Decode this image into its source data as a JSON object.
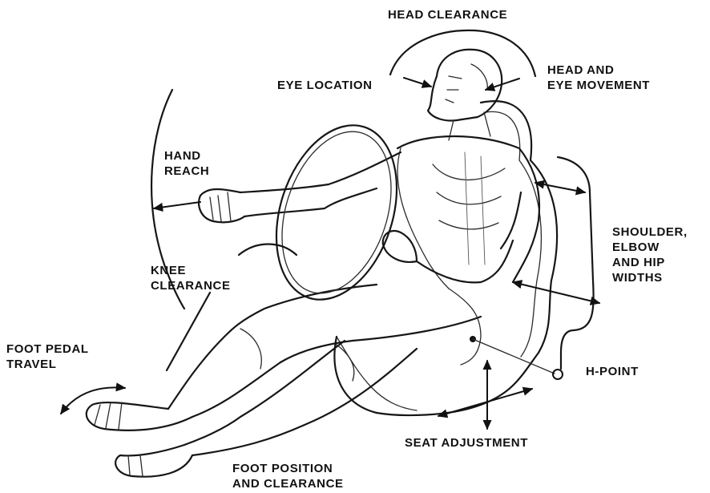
{
  "labels": {
    "head_clearance": [
      "HEAD CLEARANCE"
    ],
    "head_eye_movement": [
      "HEAD AND",
      "EYE MOVEMENT"
    ],
    "eye_location": [
      "EYE LOCATION"
    ],
    "hand_reach": [
      "HAND",
      "REACH"
    ],
    "shoulder_widths": [
      "SHOULDER,",
      "ELBOW",
      "AND HIP",
      "WIDTHS"
    ],
    "knee_clearance": [
      "KNEE",
      "CLEARANCE"
    ],
    "foot_pedal_travel": [
      "FOOT PEDAL",
      "TRAVEL"
    ],
    "h_point": [
      "H-POINT"
    ],
    "seat_adjustment": [
      "SEAT ADJUSTMENT"
    ],
    "foot_position": [
      "FOOT POSITION",
      "AND CLEARANCE"
    ]
  }
}
